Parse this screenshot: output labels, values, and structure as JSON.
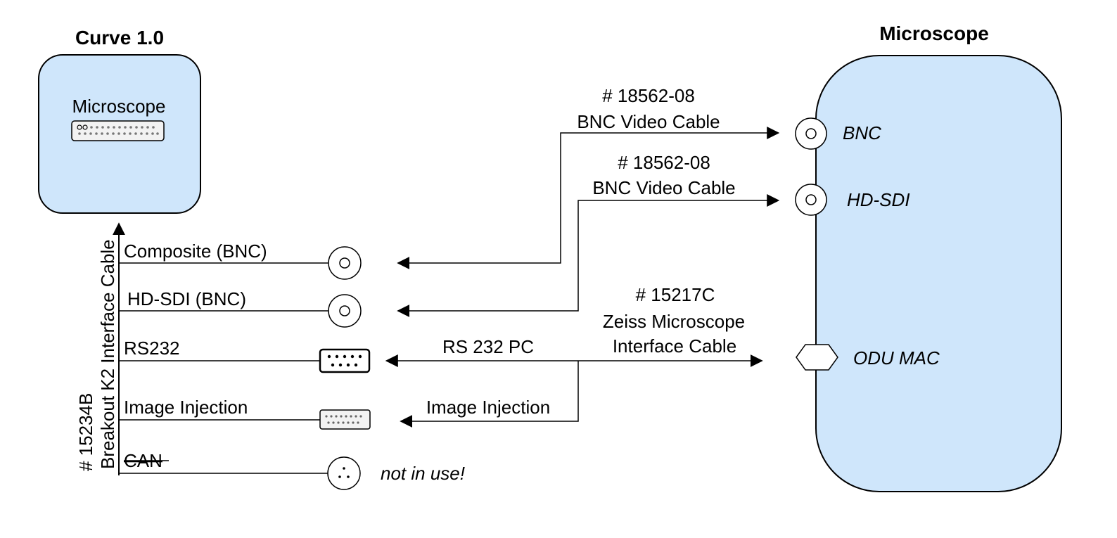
{
  "left_device": {
    "title": "Curve 1.0",
    "port_label": "Microscope"
  },
  "right_device": {
    "title": "Microscope",
    "ports": {
      "bnc": "BNC",
      "hdsdi": "HD-SDI",
      "odu": "ODU MAC"
    }
  },
  "breakout_cable": {
    "line1": "# 15234B",
    "line2": "Breakout K2 Interface Cable"
  },
  "connectors": {
    "composite": "Composite (BNC)",
    "hdsdi": "HD-SDI (BNC)",
    "rs232": "RS232",
    "image_injection": "Image Injection",
    "can": "CAN",
    "not_in_use": "not in use!"
  },
  "cables": {
    "bnc1": {
      "number": "# 18562-08",
      "name": "BNC Video Cable"
    },
    "bnc2": {
      "number": "# 18562-08",
      "name": "BNC Video Cable"
    },
    "zeiss": {
      "number": "# 15217C",
      "name_line1": "Zeiss Microscope",
      "name_line2": "Interface Cable"
    },
    "rs232_pc": "RS 232 PC",
    "image_injection": "Image Injection"
  },
  "colors": {
    "device_fill": "#cfe6fb",
    "stroke": "#000000"
  }
}
